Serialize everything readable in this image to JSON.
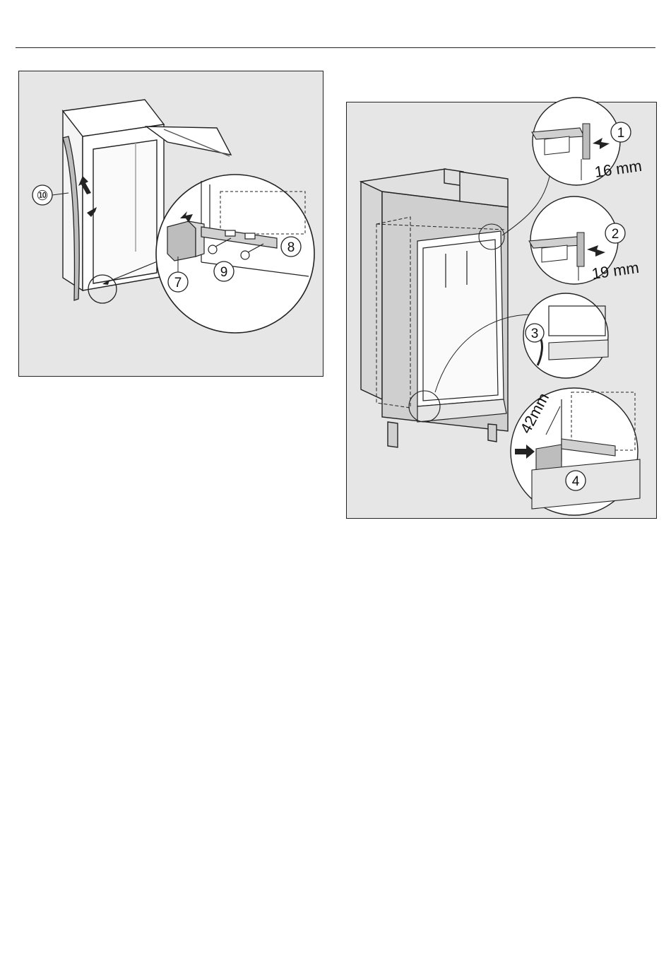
{
  "figure_left": {
    "callouts": {
      "c10": "⑩",
      "c7": "7",
      "c8": "8",
      "c9": "9"
    }
  },
  "figure_right": {
    "callouts": {
      "c1": "1",
      "c2": "2",
      "c3": "3",
      "c4": "4"
    },
    "dimensions": {
      "d16": "16 mm",
      "d19": "19 mm",
      "d42": "42mm"
    }
  },
  "colors": {
    "panel_bg": "#e6e6e6",
    "line": "#222222",
    "part_fill": "#bdbdbd"
  }
}
